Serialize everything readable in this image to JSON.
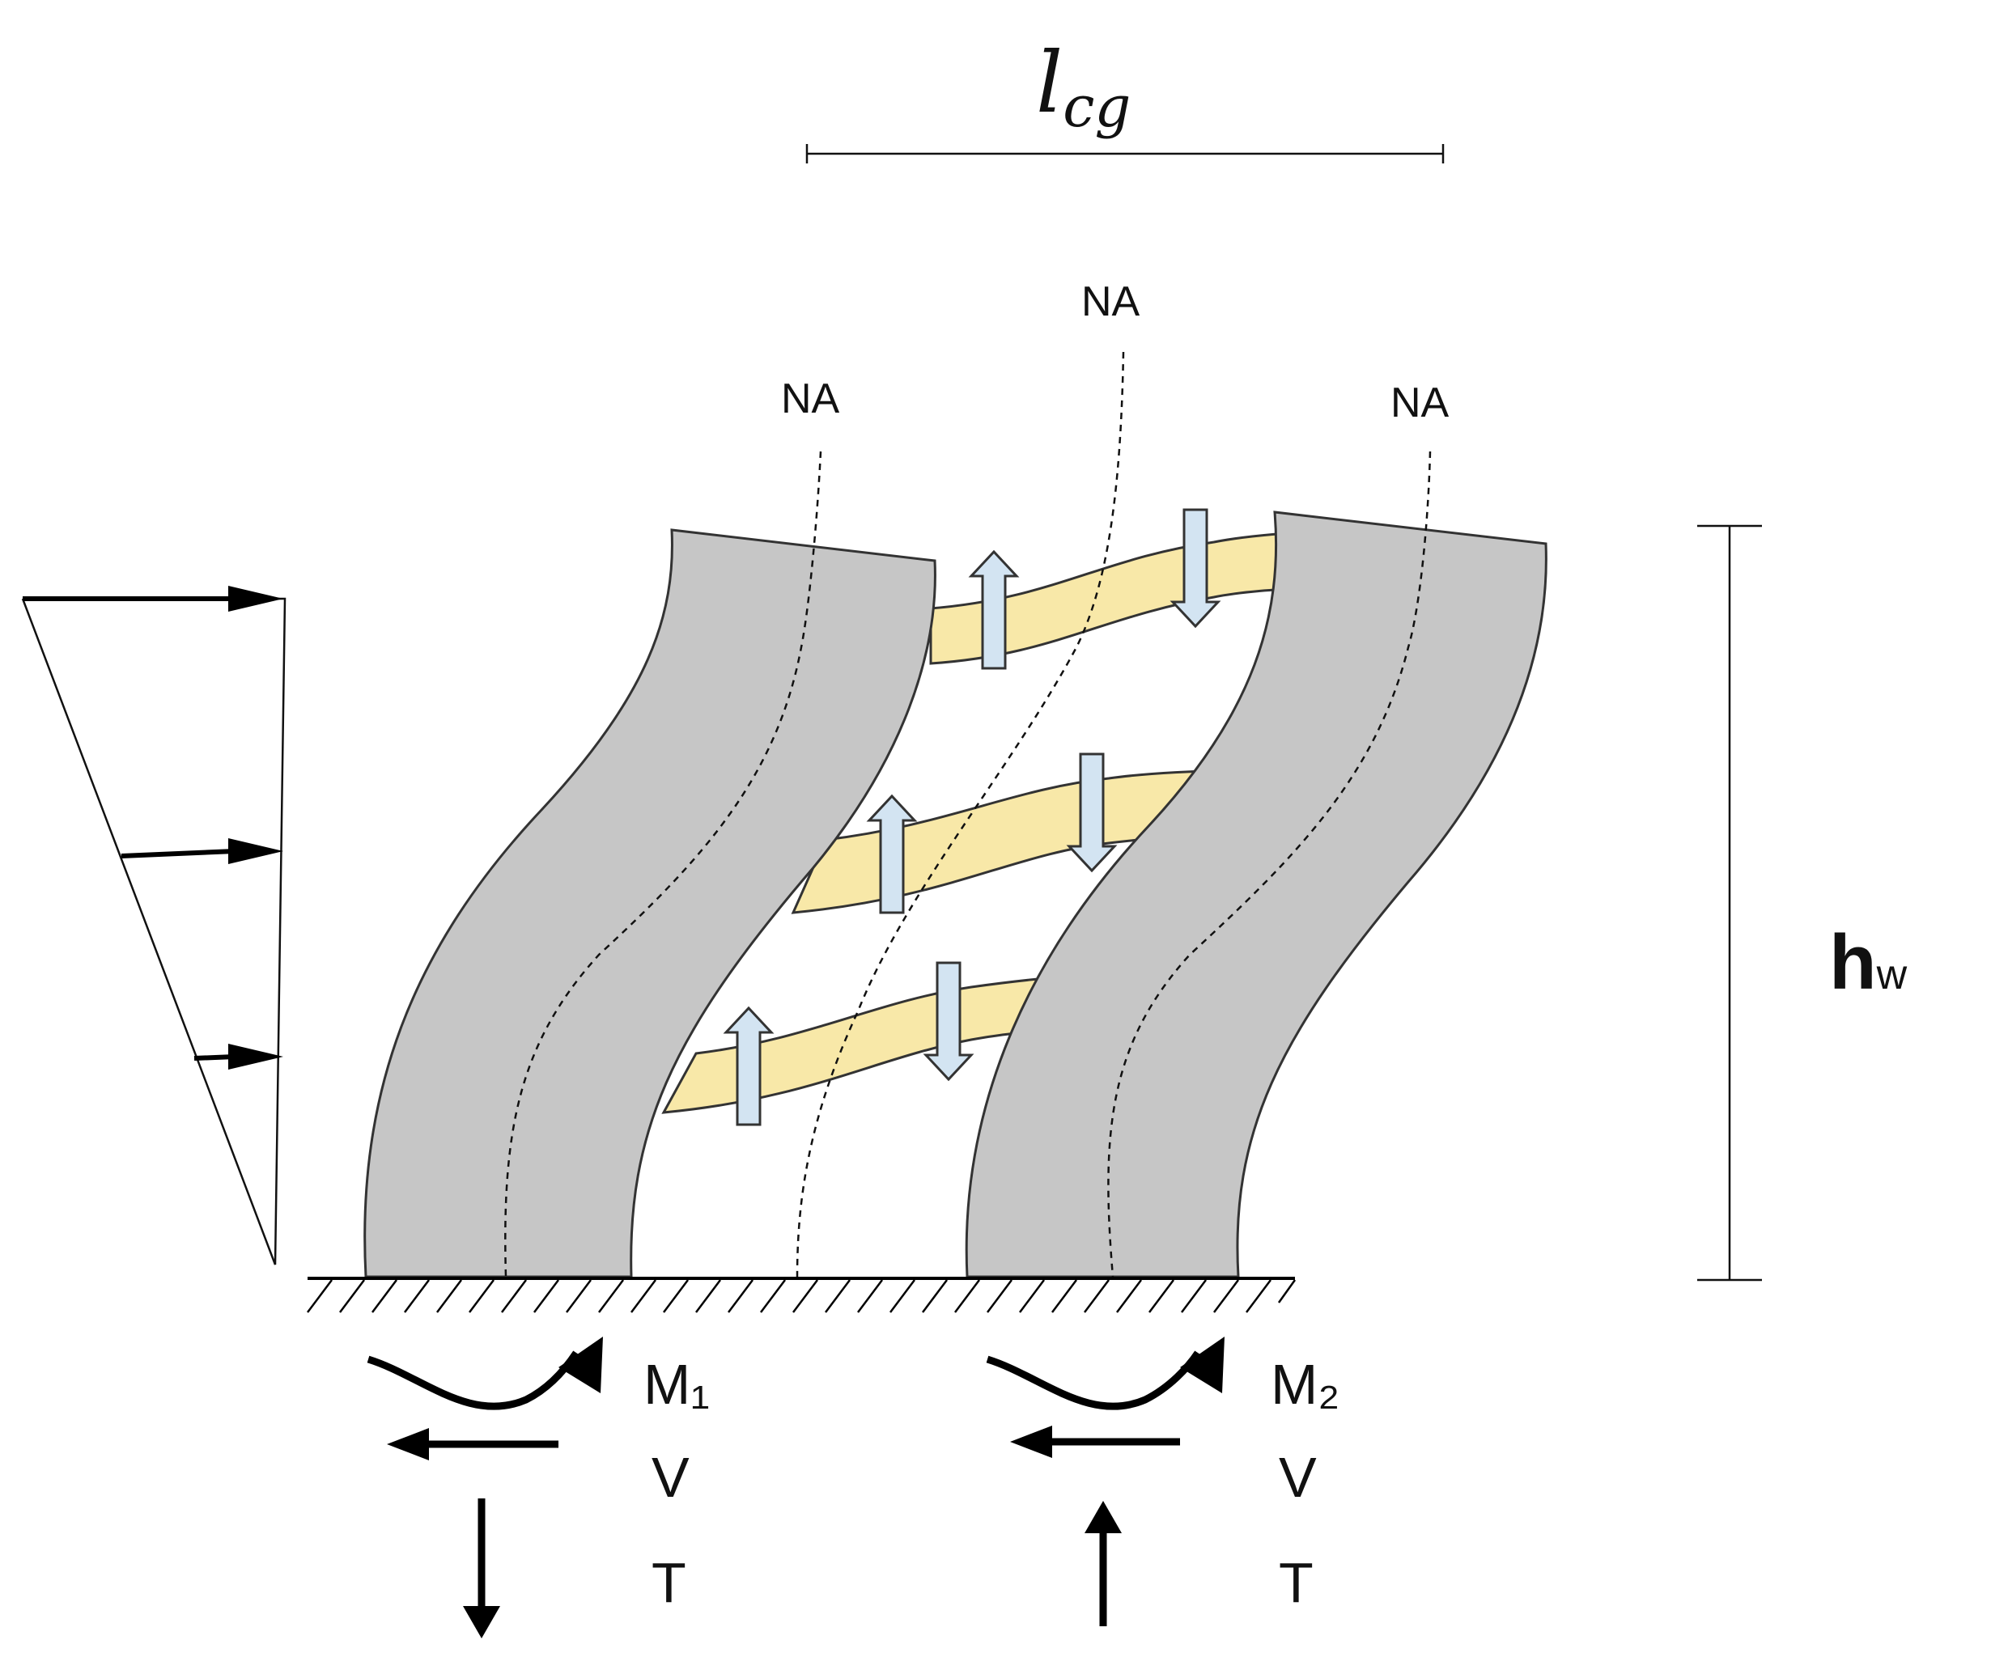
{
  "labels": {
    "coupling_length": "l",
    "coupling_length_sub": "cg",
    "neutral_axis_left": "NA",
    "neutral_axis_center": "NA",
    "neutral_axis_right": "NA",
    "wall_height_main": "h",
    "wall_height_sub": "w",
    "moment_left": "M₁",
    "moment_right": "M₂",
    "shear_left": "V",
    "shear_right": "V",
    "axial_left": "T",
    "axial_right": "T"
  },
  "colors": {
    "wall_fill": "#c6c6c6",
    "beam_fill": "#f8e8a8",
    "beam_arrow_fill": "#d3e4f2",
    "line": "#111111"
  }
}
